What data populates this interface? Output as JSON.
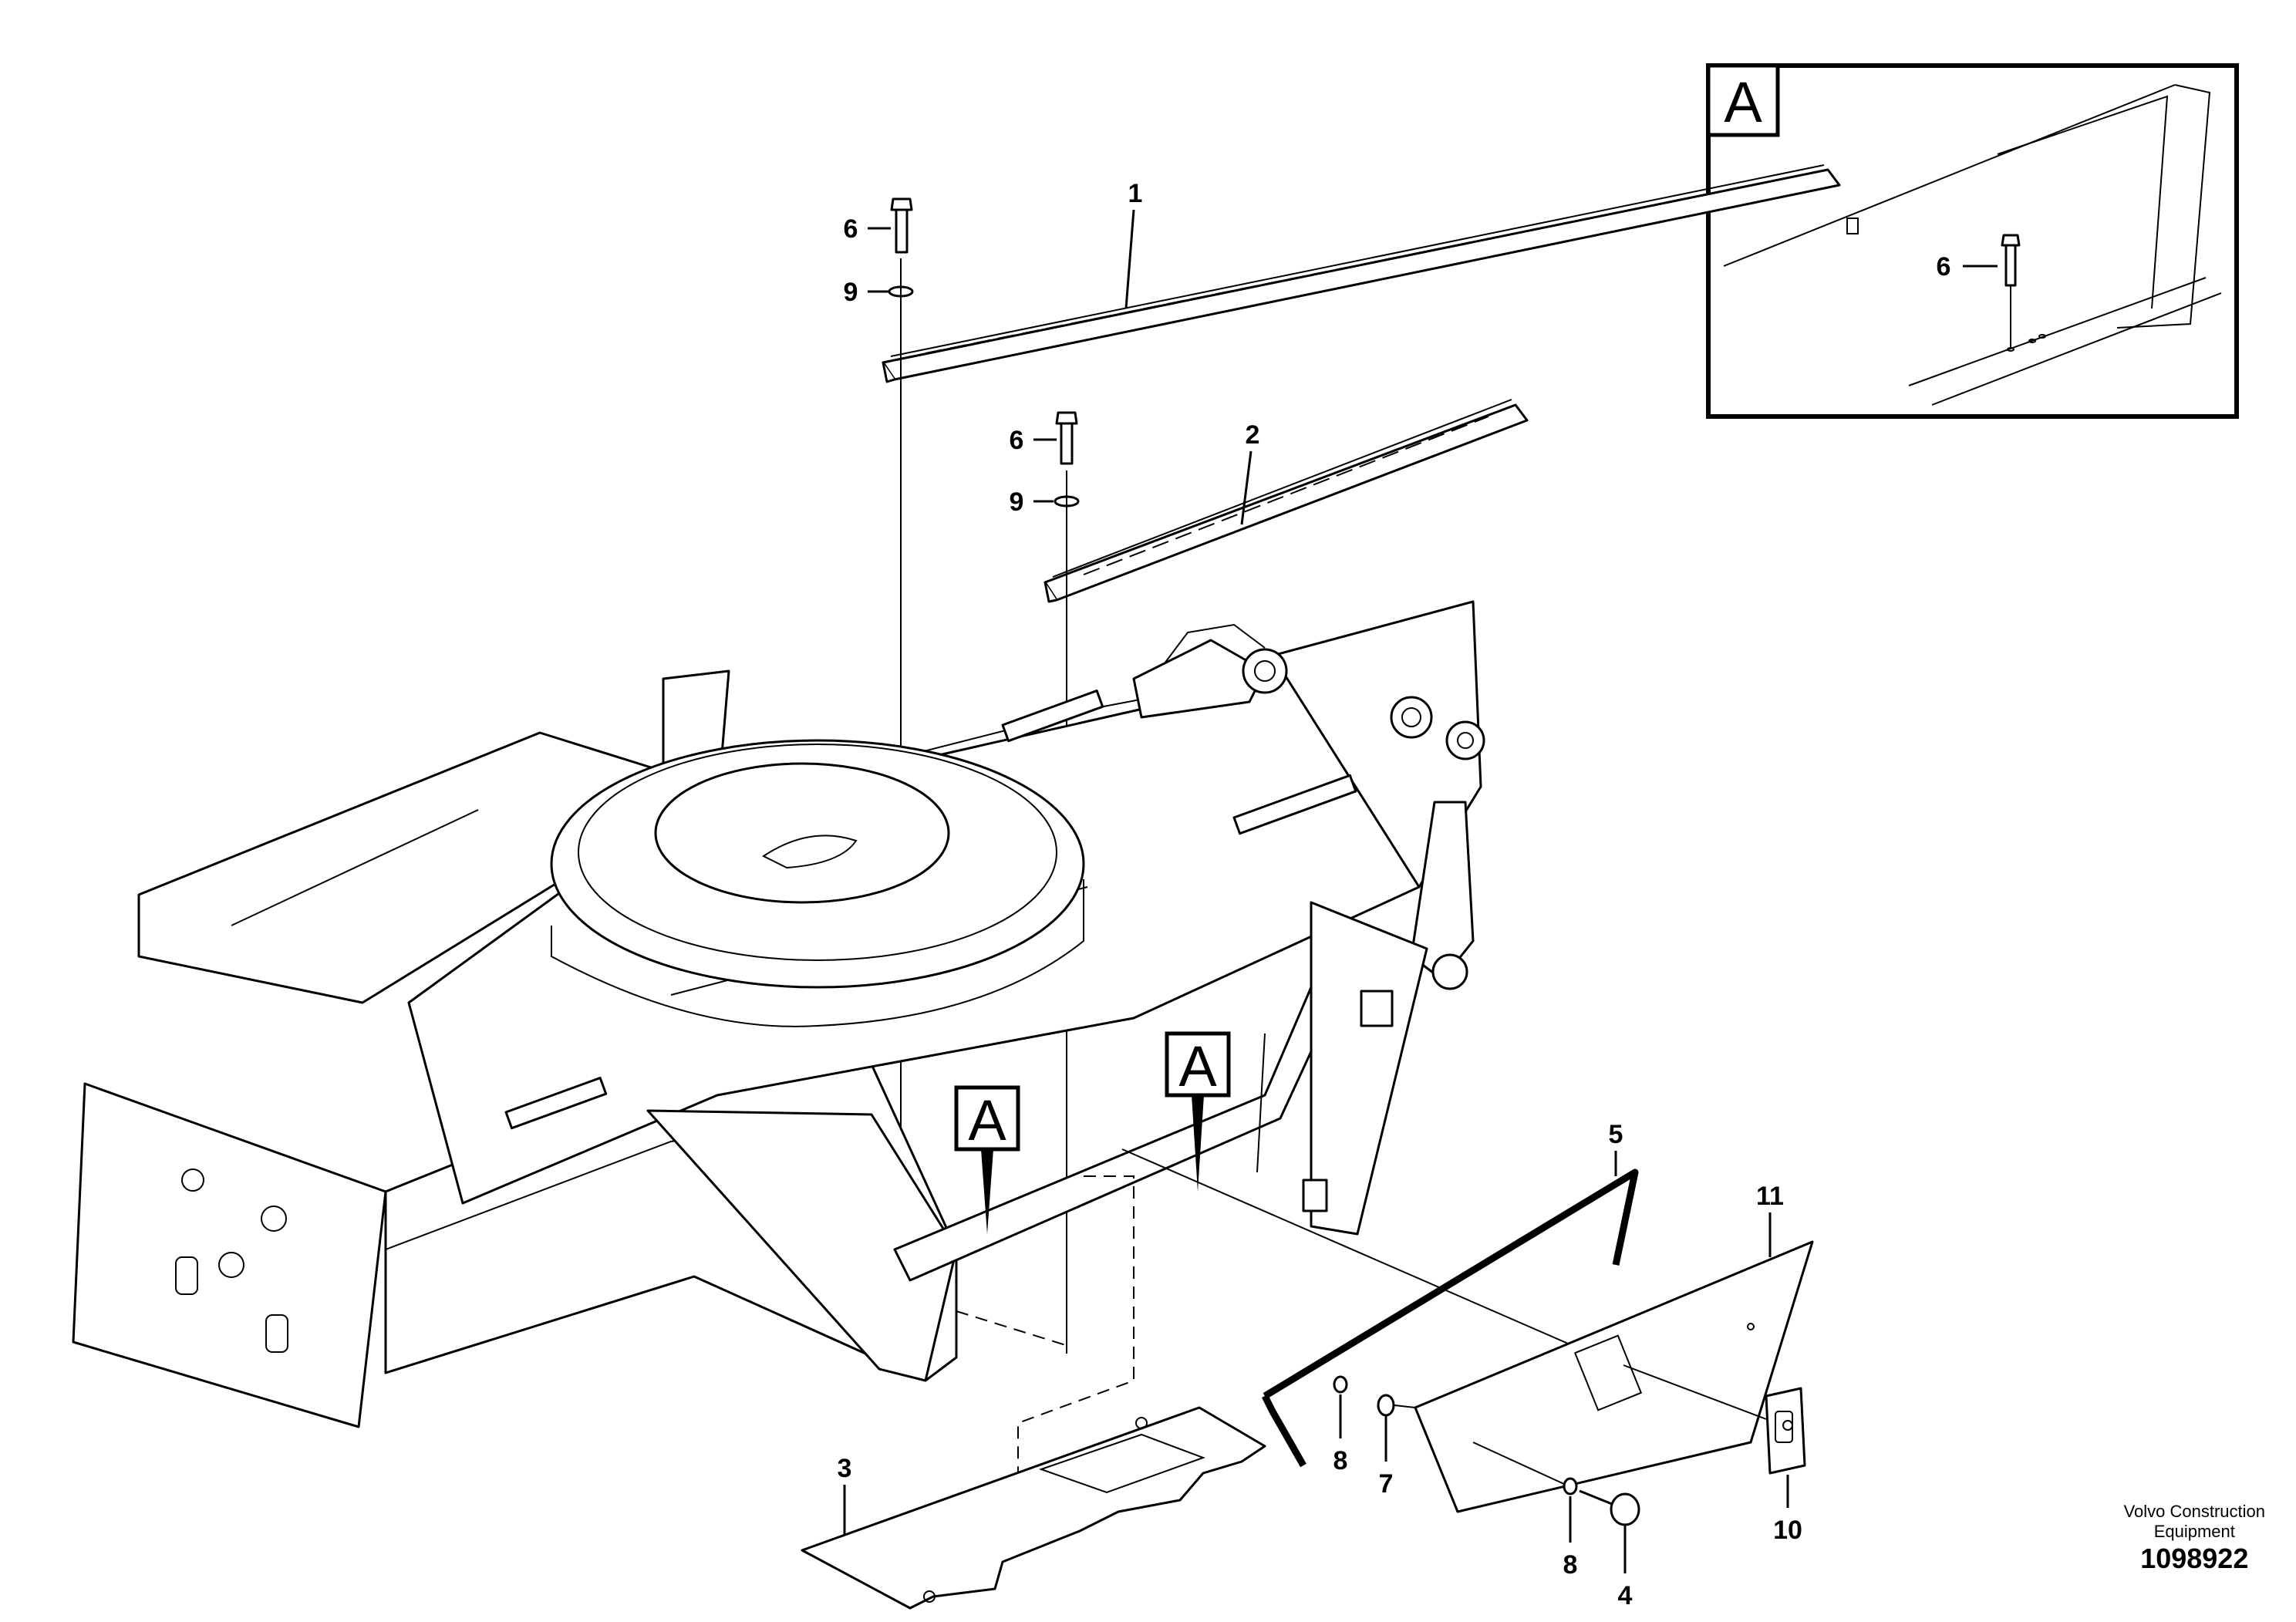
{
  "detail_view": {
    "label": "A",
    "part_callout": "6"
  },
  "view_markers": [
    {
      "label": "A"
    },
    {
      "label": "A"
    }
  ],
  "callouts": {
    "c1": "1",
    "c2": "2",
    "c3": "3",
    "c4": "4",
    "c5": "5",
    "c6a": "6",
    "c6b": "6",
    "c7": "7",
    "c8a": "8",
    "c8b": "8",
    "c9a": "9",
    "c9b": "9",
    "c10": "10",
    "c11": "11"
  },
  "footer": {
    "brand_line1": "Volvo Construction",
    "brand_line2": "Equipment",
    "drawing_number": "1098922"
  }
}
